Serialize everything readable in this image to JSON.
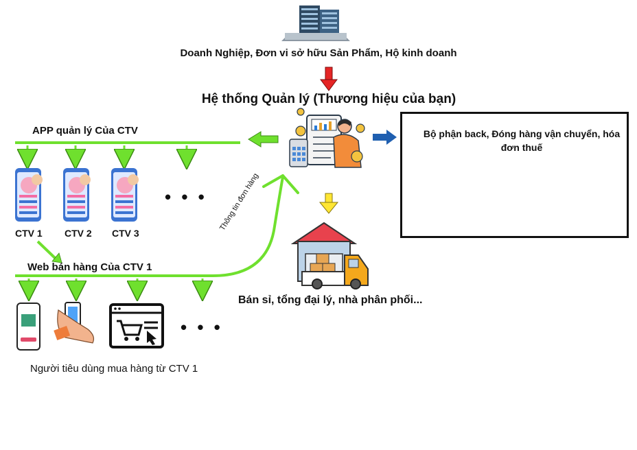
{
  "top": {
    "title": "Doanh Nghiệp, Đơn vi sở hữu Sản Phẩm, Hộ kinh doanh"
  },
  "center": {
    "title": "Hệ thống Quản lý (Thương hiệu của bạn)"
  },
  "app": {
    "title": "APP quản lý Của CTV",
    "ctvs": [
      "CTV 1",
      "CTV 2",
      "CTV 3"
    ],
    "ellipsis": "• • •"
  },
  "web": {
    "title": "Web bán hàng Của CTV 1",
    "ellipsis": "• • •",
    "consumer_caption": "Người tiêu dùng mua hàng từ CTV 1"
  },
  "curve_label": "Thông tin đơn hàng",
  "backoffice": {
    "text": "Bộ phận back, Đóng hàng vận chuyển, hóa đơn thuế"
  },
  "wholesale": {
    "text": "Bán sỉ, tổng đại lý, nhà phân phối..."
  },
  "colors": {
    "green": "#6fe02e",
    "red": "#e52525",
    "blue": "#1f5fb0",
    "yellow": "#ffe633"
  }
}
